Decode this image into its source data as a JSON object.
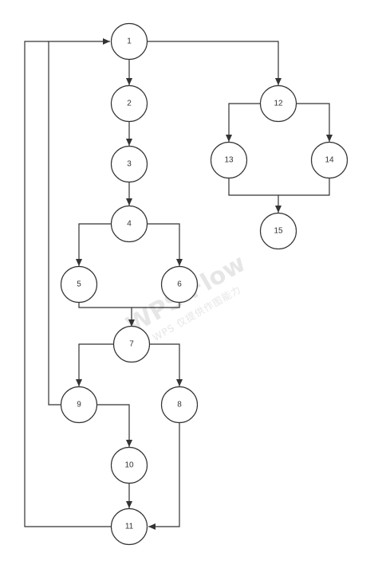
{
  "diagram": {
    "nodes": [
      {
        "id": "1",
        "label": "1"
      },
      {
        "id": "2",
        "label": "2"
      },
      {
        "id": "3",
        "label": "3"
      },
      {
        "id": "4",
        "label": "4"
      },
      {
        "id": "5",
        "label": "5"
      },
      {
        "id": "6",
        "label": "6"
      },
      {
        "id": "7",
        "label": "7"
      },
      {
        "id": "8",
        "label": "8"
      },
      {
        "id": "9",
        "label": "9"
      },
      {
        "id": "10",
        "label": "10"
      },
      {
        "id": "11",
        "label": "11"
      },
      {
        "id": "12",
        "label": "12"
      },
      {
        "id": "13",
        "label": "13"
      },
      {
        "id": "14",
        "label": "14"
      },
      {
        "id": "15",
        "label": "15"
      }
    ],
    "edges": [
      {
        "from": "1",
        "to": "2"
      },
      {
        "from": "1",
        "to": "12"
      },
      {
        "from": "2",
        "to": "3"
      },
      {
        "from": "3",
        "to": "4"
      },
      {
        "from": "4",
        "to": "5"
      },
      {
        "from": "4",
        "to": "6"
      },
      {
        "from": "5",
        "to": "7"
      },
      {
        "from": "6",
        "to": "7"
      },
      {
        "from": "7",
        "to": "9"
      },
      {
        "from": "7",
        "to": "8"
      },
      {
        "from": "9",
        "to": "10"
      },
      {
        "from": "9",
        "to": "1"
      },
      {
        "from": "10",
        "to": "11"
      },
      {
        "from": "8",
        "to": "11"
      },
      {
        "from": "11",
        "to": "1"
      },
      {
        "from": "12",
        "to": "13"
      },
      {
        "from": "12",
        "to": "14"
      },
      {
        "from": "13",
        "to": "15"
      },
      {
        "from": "14",
        "to": "15"
      }
    ]
  },
  "watermark": {
    "title": "WPS Flow",
    "subtitle": "WPS 仅提供作图能力"
  }
}
